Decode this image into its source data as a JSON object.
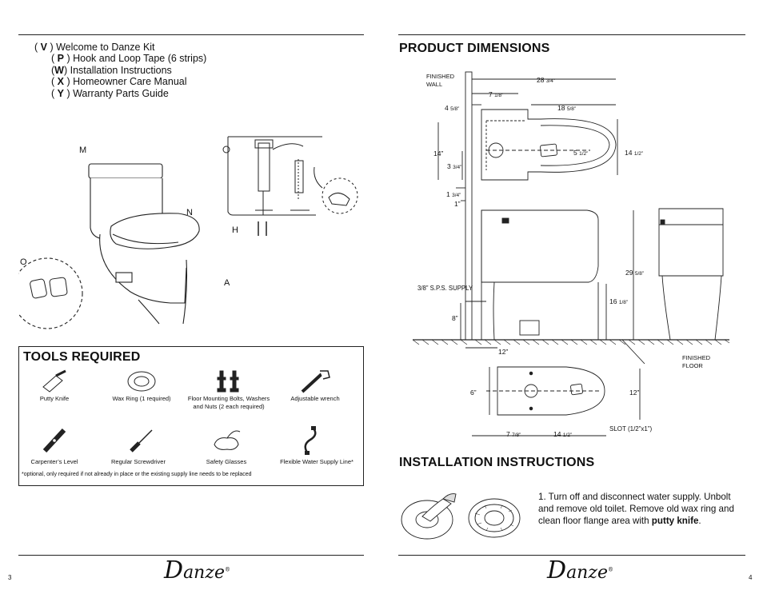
{
  "kit_list": [
    {
      "code": "V",
      "text": "Welcome to Danze Kit"
    },
    {
      "code": "P",
      "text": "Hook and Loop Tape (6 strips)"
    },
    {
      "code": "W",
      "text": "Installation Instructions"
    },
    {
      "code": "X",
      "text": "Homeowner Care Manual"
    },
    {
      "code": "Y",
      "text": "Warranty Parts Guide"
    }
  ],
  "diagram_labels": {
    "m": "M",
    "n": "N",
    "o": "O",
    "a": "A",
    "h": "H"
  },
  "tools": {
    "title": "TOOLS REQUIRED",
    "items": [
      {
        "label": "Putty Knife",
        "icon": "putty-knife-icon"
      },
      {
        "label": "Wax Ring (1 required)",
        "icon": "wax-ring-icon"
      },
      {
        "label": "Floor Mounting Bolts, Washers and Nuts (2 each required)",
        "icon": "bolts-icon"
      },
      {
        "label": "Adjustable wrench",
        "icon": "wrench-icon"
      },
      {
        "label": "Carpenter’s Level",
        "icon": "level-icon"
      },
      {
        "label": "Regular Screwdriver",
        "icon": "screwdriver-icon"
      },
      {
        "label": "Safety Glasses",
        "icon": "safety-glasses-icon"
      },
      {
        "label": "Flexible Water Supply Line*",
        "icon": "supply-line-icon"
      }
    ],
    "footnote": "*optional, only required if not already in place or the existing supply line needs to be replaced"
  },
  "product_dimensions": {
    "title": "PRODUCT DIMENSIONS",
    "finished_wall": [
      "FINISHED",
      "WALL"
    ],
    "finished_floor": [
      "FINISHED",
      "FLOOR"
    ],
    "dims": {
      "d28": {
        "whole": "28",
        "frac": "3/4”"
      },
      "d7a": {
        "whole": "7",
        "frac": "1/8”"
      },
      "d4": {
        "whole": "4",
        "frac": "5/8”"
      },
      "d18": {
        "whole": "18",
        "frac": "5/8”"
      },
      "d14a": {
        "whole": "14”",
        "frac": ""
      },
      "d5": {
        "whole": "5",
        "frac": "1/2”"
      },
      "d14b": {
        "whole": "14",
        "frac": "1/2”"
      },
      "d3": {
        "whole": "3",
        "frac": "3/4”"
      },
      "d1a": {
        "whole": "1",
        "frac": "3/4”"
      },
      "d1b": {
        "whole": "1”",
        "frac": ""
      },
      "d29": {
        "whole": "29",
        "frac": "5/8”"
      },
      "d16": {
        "whole": "16",
        "frac": "1/8”"
      },
      "d8": {
        "whole": "8”",
        "frac": ""
      },
      "d12a": {
        "whole": "12”",
        "frac": ""
      },
      "d6": {
        "whole": "6”",
        "frac": ""
      },
      "d12b": {
        "whole": "12”",
        "frac": ""
      },
      "d7b": {
        "whole": "7",
        "frac": "7/8”"
      },
      "d14c": {
        "whole": "14",
        "frac": "1/2”"
      }
    },
    "supply": "3/8” S.P.S. SUPPLY",
    "slot": "SLOT (1/2”x1”)"
  },
  "installation": {
    "title": "INSTALLATION INSTRUCTIONS",
    "step1_text": "1. Turn off and disconnect water supply. Unbolt and remove old toilet. Remove old wax ring and clean floor flange area with ",
    "step1_bold": "putty knife",
    "step1_end": "."
  },
  "footer": {
    "left_page": "3",
    "right_page": "4",
    "logo_initial": "D",
    "logo_rest": "anze",
    "logo_mark": "®"
  }
}
